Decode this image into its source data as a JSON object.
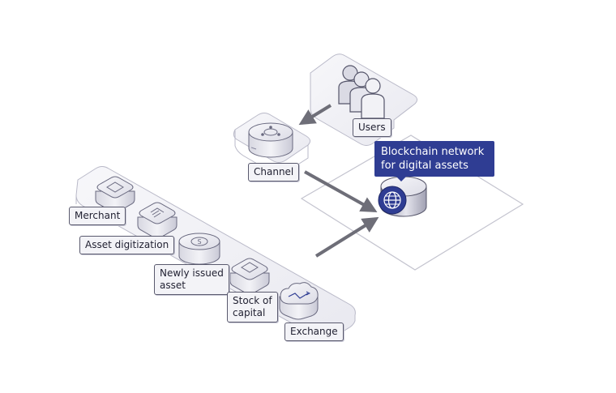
{
  "colors": {
    "accent": "#2f3d93",
    "node_fill": "#ececf2",
    "node_stroke": "#6a6a80",
    "arrow": "#6e6e78",
    "platform_stroke": "#b9b9c8"
  },
  "network": {
    "label": "Blockchain network\nfor digital assets",
    "label_line1": "Blockchain network",
    "label_line2": "for digital assets",
    "icon": "globe-icon"
  },
  "nodes": {
    "users": {
      "label": "Users",
      "icon": "users-icon"
    },
    "channel": {
      "label": "Channel",
      "icon": "channel-icon"
    },
    "merchant": {
      "label": "Merchant",
      "icon": "merchant-icon"
    },
    "asset_digitization": {
      "label": "Asset digitization",
      "icon": "document-icon"
    },
    "newly_issued": {
      "label_line1": "Newly issued",
      "label_line2": "asset",
      "icon": "currency-icon"
    },
    "stock_of_capital": {
      "label_line1": "Stock of",
      "label_line2": "capital",
      "icon": "certificate-icon"
    },
    "exchange": {
      "label": "Exchange",
      "icon": "exchange-icon"
    }
  }
}
